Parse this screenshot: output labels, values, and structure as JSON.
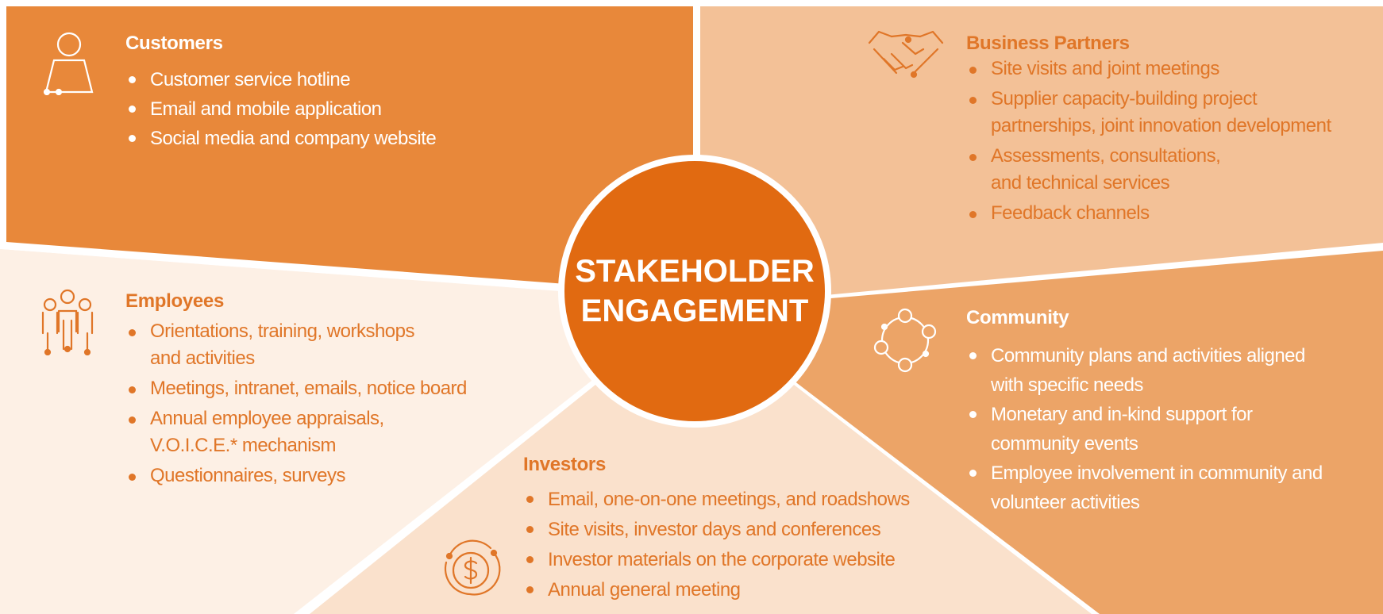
{
  "center": {
    "line1": "STAKEHOLDER",
    "line2": "ENGAGEMENT"
  },
  "colors": {
    "customers_bg": "#e8883a",
    "partners_bg": "#f3c197",
    "employees_bg": "#fdf0e5",
    "community_bg": "#eca467",
    "investors_bg": "#fae1cc",
    "center": "#e16a11",
    "accent": "#e07628"
  },
  "segments": {
    "customers": {
      "icon": "person-icon",
      "title": "Customers",
      "items": [
        "Customer service hotline",
        "Email and mobile application",
        "Social media and company website"
      ]
    },
    "business_partners": {
      "icon": "handshake-icon",
      "title": "Business Partners",
      "items": [
        "Site visits and joint meetings",
        "Supplier capacity-building project",
        "partnerships, joint innovation development",
        "Assessments, consultations,",
        "and technical services",
        "Feedback channels"
      ]
    },
    "employees": {
      "icon": "group-icon",
      "title": "Employees",
      "items": [
        "Orientations, training, workshops",
        "and activities",
        "Meetings, intranet, emails, notice board",
        "Annual employee appraisals,",
        "V.O.I.C.E.* mechanism",
        "Questionnaires, surveys"
      ]
    },
    "community": {
      "icon": "network-circle-icon",
      "title": "Community",
      "items": [
        "Community plans and activities aligned",
        "with specific needs",
        "Monetary and in-kind support for",
        "community events",
        "Employee involvement in community and",
        "volunteer activities"
      ]
    },
    "investors": {
      "icon": "dollar-cycle-icon",
      "title": "Investors",
      "items": [
        "Email, one-on-one meetings, and roadshows",
        "Site visits, investor days and conferences",
        "Investor materials on the corporate website",
        "Annual general meeting"
      ]
    }
  }
}
